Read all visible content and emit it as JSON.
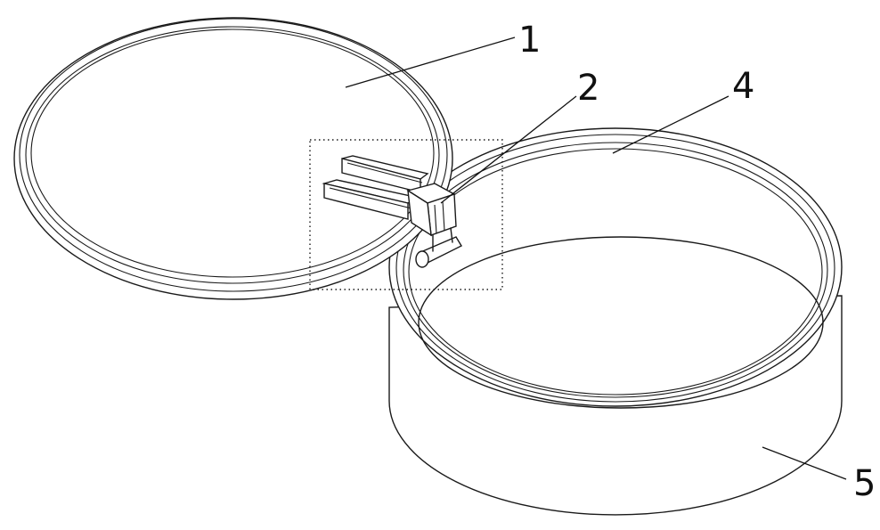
{
  "figure": {
    "callouts": [
      {
        "id": "1",
        "text": "1"
      },
      {
        "id": "2",
        "text": "2"
      },
      {
        "id": "4",
        "text": "4"
      },
      {
        "id": "5",
        "text": "5"
      }
    ]
  }
}
